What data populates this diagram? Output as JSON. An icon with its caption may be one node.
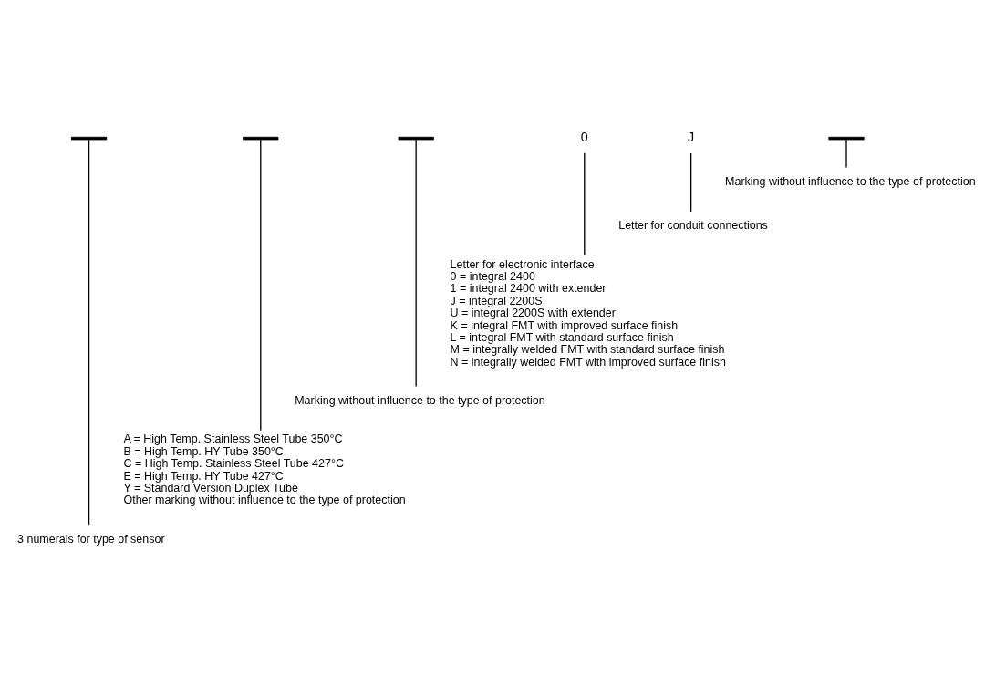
{
  "diagram": {
    "nodes": [
      {
        "text": [],
        "shape": "bar"
      },
      {
        "text": [],
        "shape": "bar"
      },
      {
        "text": [],
        "shape": "bar"
      },
      {
        "text": [
          "0"
        ]
      },
      {
        "text": [
          "J"
        ]
      },
      {
        "text": [],
        "shape": "bar"
      },
      {
        "text": [
          "Marking without influence to the type of protection"
        ]
      },
      {
        "text": [
          "Letter for conduit connections"
        ]
      },
      {
        "text": [
          "Letter for electronic interface",
          "0 = integral 2400",
          "1 = integral 2400 with extender",
          "J = integral 2200S",
          "U = integral 2200S with extender",
          "K = integral FMT with improved surface finish",
          "L = integral FMT with standard surface finish",
          "M = integrally welded FMT with standard surface finish",
          "N = integrally welded FMT with improved surface finish"
        ]
      },
      {
        "text": [
          "Marking without influence to the type of protection"
        ]
      },
      {
        "text": [
          "A = High Temp. Stainless Steel Tube 350°C",
          "B = High Temp. HY Tube 350°C",
          "C = High Temp. Stainless Steel Tube 427°C",
          "E = High Temp. HY Tube 427°C",
          "Y = Standard Version Duplex Tube",
          "Other marking without influence to the type of protection"
        ]
      },
      {
        "text": [
          "3 numerals for type of sensor"
        ]
      }
    ],
    "edges": [
      {
        "from": 5,
        "to": 6,
        "arrow": "none"
      },
      {
        "from": 4,
        "to": 7,
        "arrow": "none"
      },
      {
        "from": 3,
        "to": 8,
        "arrow": "none"
      },
      {
        "from": 2,
        "to": 9,
        "arrow": "none"
      },
      {
        "from": 1,
        "to": 10,
        "arrow": "none"
      },
      {
        "from": 0,
        "to": 11,
        "arrow": "none"
      }
    ]
  }
}
